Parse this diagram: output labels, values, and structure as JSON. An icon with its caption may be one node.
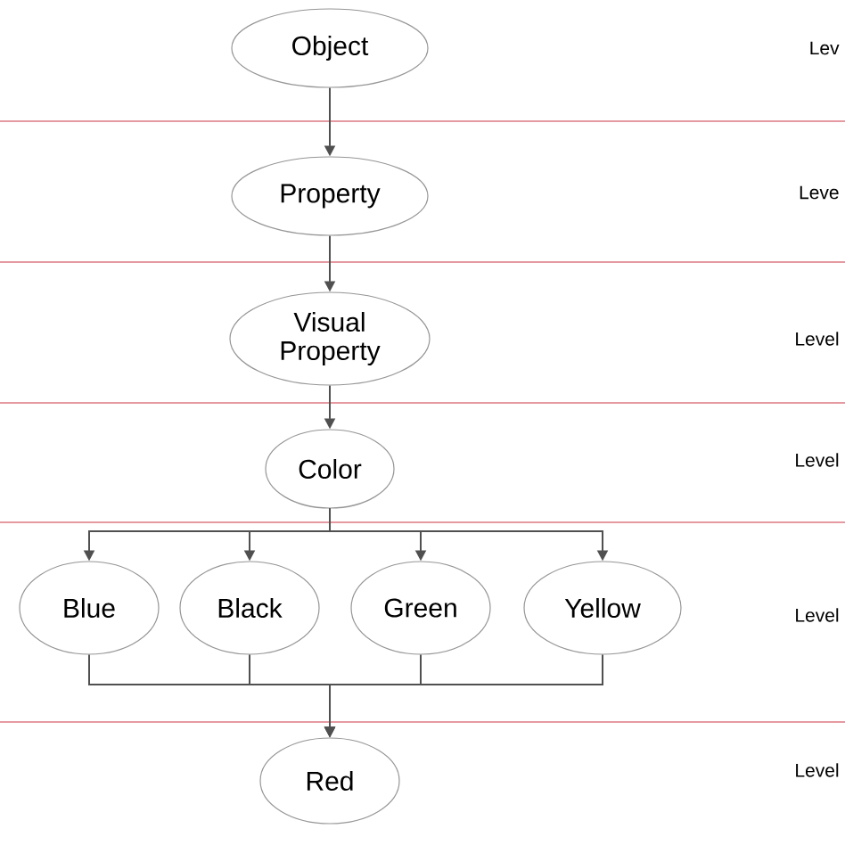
{
  "diagram": {
    "nodes": [
      {
        "text": [
          "Object"
        ]
      },
      {
        "text": [
          "Property"
        ]
      },
      {
        "text": [
          "Visual Property"
        ]
      },
      {
        "text": [
          "Color"
        ]
      },
      {
        "text": [
          "Blue"
        ]
      },
      {
        "text": [
          "Black"
        ]
      },
      {
        "text": [
          "Green"
        ]
      },
      {
        "text": [
          "Yellow"
        ]
      },
      {
        "text": [
          "Red"
        ]
      }
    ],
    "edges": [
      {
        "from": 0,
        "to": 1,
        "arrow": "to"
      },
      {
        "from": 1,
        "to": 2,
        "arrow": "to"
      },
      {
        "from": 2,
        "to": 3,
        "arrow": "to"
      },
      {
        "from": 3,
        "to": 4,
        "arrow": "to"
      },
      {
        "from": 3,
        "to": 5,
        "arrow": "to"
      },
      {
        "from": 3,
        "to": 6,
        "arrow": "to"
      },
      {
        "from": 3,
        "to": 7,
        "arrow": "to"
      },
      {
        "from": 4,
        "to": 8,
        "arrow": "to"
      },
      {
        "from": 5,
        "to": 8,
        "arrow": "to"
      },
      {
        "from": 6,
        "to": 8,
        "arrow": "to"
      },
      {
        "from": 7,
        "to": 8,
        "arrow": "to"
      }
    ],
    "labels": [
      "Lev",
      "Leve",
      "Level",
      "Level",
      "Level",
      "Level"
    ]
  }
}
